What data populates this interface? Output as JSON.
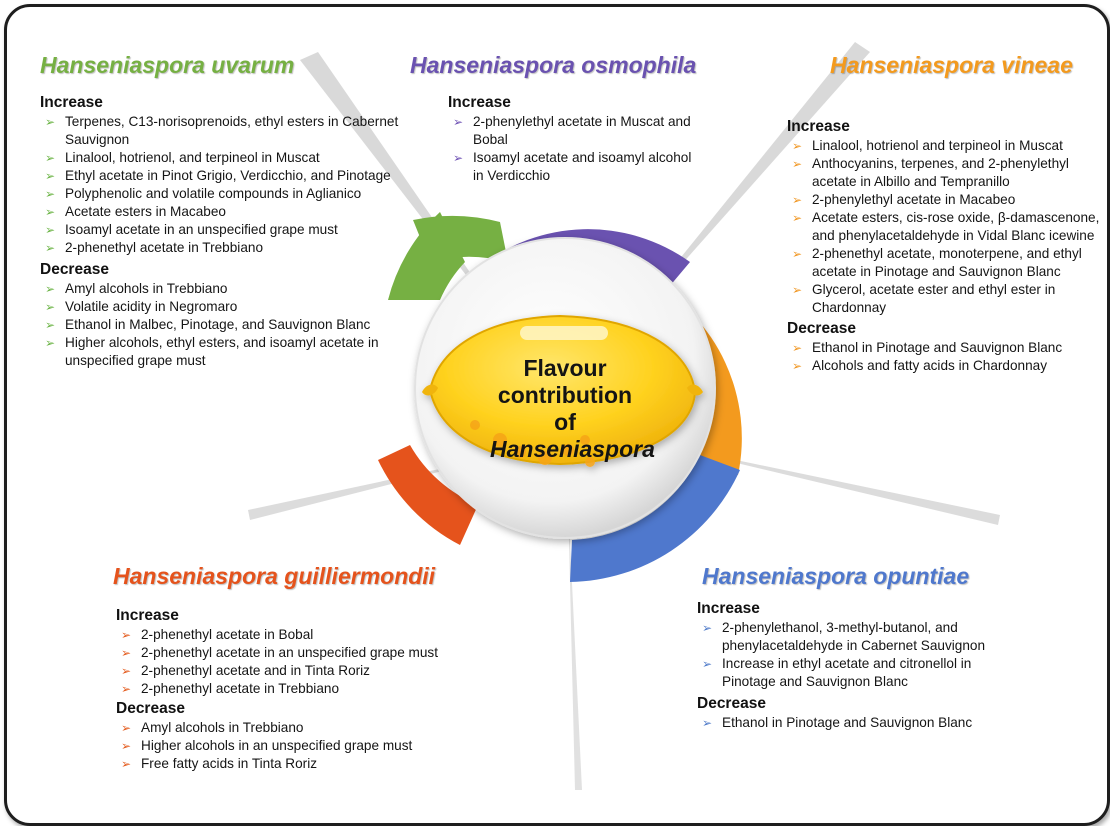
{
  "colors": {
    "green": "#76b043",
    "purple": "#6a52b0",
    "orange": "#f39a1e",
    "red": "#e5531c",
    "blue": "#4f78cd",
    "lemon": "#ffd21f"
  },
  "center": {
    "line1": "Flavour",
    "line2": "contribution of",
    "line3": "Hanseniaspora"
  },
  "panels": {
    "uvarum": {
      "title": "Hanseniaspora uvarum",
      "increase_label": "Increase",
      "increase": [
        "Terpenes, C13-norisoprenoids, ethyl esters in Cabernet Sauvignon",
        "Linalool, hotrienol, and terpineol in Muscat",
        "Ethyl acetate in Pinot Grigio, Verdicchio, and Pinotage",
        "Polyphenolic and volatile compounds in Aglianico",
        "Acetate esters in Macabeo",
        "Isoamyl acetate in an unspecified grape must",
        "2-phenethyl acetate in Trebbiano"
      ],
      "decrease_label": "Decrease",
      "decrease": [
        "Amyl alcohols in Trebbiano",
        "Volatile acidity in Negromaro",
        "Ethanol in Malbec, Pinotage, and Sauvignon Blanc",
        "Higher alcohols, ethyl esters, and isoamyl acetate in unspecified grape must"
      ]
    },
    "osmophila": {
      "title": "Hanseniaspora osmophila",
      "increase_label": "Increase",
      "increase": [
        "2-phenylethyl acetate in Muscat and Bobal",
        "Isoamyl acetate and isoamyl alcohol in Verdicchio"
      ]
    },
    "vineae": {
      "title": "Hanseniaspora vineae",
      "increase_label": "Increase",
      "increase": [
        "Linalool, hotrienol and terpineol in Muscat",
        "Anthocyanins, terpenes, and 2-phenylethyl acetate in Albillo and Tempranillo",
        "2-phenylethyl acetate in Macabeo",
        "Acetate esters, cis-rose oxide, β-damascenone, and phenylacetaldehyde in Vidal Blanc icewine",
        "2-phenethyl acetate, monoterpene, and ethyl acetate in Pinotage and Sauvignon Blanc",
        "Glycerol, acetate ester and ethyl ester in Chardonnay"
      ],
      "decrease_label": "Decrease",
      "decrease": [
        "Ethanol in Pinotage and Sauvignon Blanc",
        "Alcohols and fatty acids in Chardonnay"
      ]
    },
    "guilliermondii": {
      "title": "Hanseniaspora guilliermondii",
      "increase_label": "Increase",
      "increase": [
        "2-phenethyl acetate in Bobal",
        "2-phenethyl acetate in an unspecified grape must",
        "2-phenethyl acetate and in Tinta Roriz",
        "2-phenethyl acetate in Trebbiano"
      ],
      "decrease_label": "Decrease",
      "decrease": [
        "Amyl alcohols in Trebbiano",
        "Higher alcohols in an unspecified grape must",
        "Free fatty acids in Tinta Roriz"
      ]
    },
    "opuntiae": {
      "title": "Hanseniaspora opuntiae",
      "increase_label": "Increase",
      "increase": [
        "2-phenylethanol, 3-methyl-butanol, and phenylacetaldehyde in Cabernet Sauvignon",
        "Increase in ethyl acetate and citronellol in Pinotage and Sauvignon Blanc"
      ],
      "decrease_label": "Decrease",
      "decrease": [
        "Ethanol in Pinotage and Sauvignon Blanc"
      ]
    }
  }
}
